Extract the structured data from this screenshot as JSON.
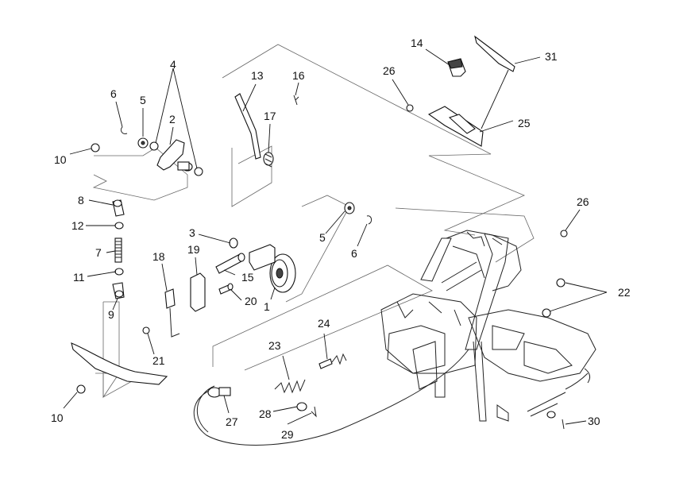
{
  "callouts": [
    {
      "id": "c1",
      "text": "1"
    },
    {
      "id": "c2",
      "text": "2"
    },
    {
      "id": "c3",
      "text": "3"
    },
    {
      "id": "c4",
      "text": "4"
    },
    {
      "id": "c5a",
      "text": "5"
    },
    {
      "id": "c5b",
      "text": "5"
    },
    {
      "id": "c6a",
      "text": "6"
    },
    {
      "id": "c6b",
      "text": "6"
    },
    {
      "id": "c7",
      "text": "7"
    },
    {
      "id": "c8",
      "text": "8"
    },
    {
      "id": "c9",
      "text": "9"
    },
    {
      "id": "c10a",
      "text": "10"
    },
    {
      "id": "c10b",
      "text": "10"
    },
    {
      "id": "c11",
      "text": "11"
    },
    {
      "id": "c12",
      "text": "12"
    },
    {
      "id": "c13",
      "text": "13"
    },
    {
      "id": "c14",
      "text": "14"
    },
    {
      "id": "c15",
      "text": "15"
    },
    {
      "id": "c16",
      "text": "16"
    },
    {
      "id": "c17",
      "text": "17"
    },
    {
      "id": "c18",
      "text": "18"
    },
    {
      "id": "c19",
      "text": "19"
    },
    {
      "id": "c20",
      "text": "20"
    },
    {
      "id": "c21",
      "text": "21"
    },
    {
      "id": "c22",
      "text": "22"
    },
    {
      "id": "c23",
      "text": "23"
    },
    {
      "id": "c24",
      "text": "24"
    },
    {
      "id": "c25",
      "text": "25"
    },
    {
      "id": "c26a",
      "text": "26"
    },
    {
      "id": "c26b",
      "text": "26"
    },
    {
      "id": "c27",
      "text": "27"
    },
    {
      "id": "c28",
      "text": "28"
    },
    {
      "id": "c29",
      "text": "29"
    },
    {
      "id": "c30",
      "text": "30"
    },
    {
      "id": "c31",
      "text": "31"
    }
  ]
}
